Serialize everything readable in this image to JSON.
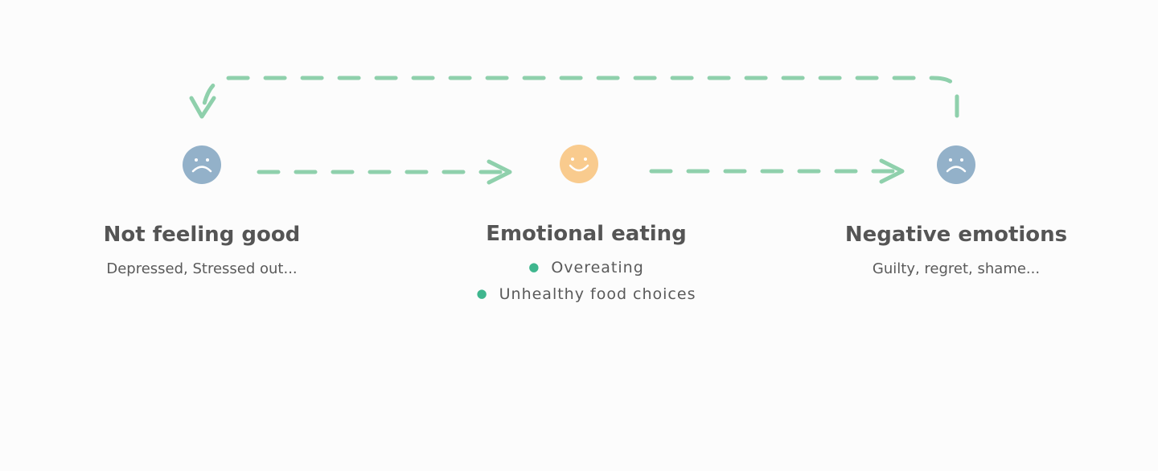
{
  "colors": {
    "arrow": "#8fd0ac",
    "sad_face": "#93b1c9",
    "happy_face": "#f9cb8e",
    "bullet": "#3fb68e",
    "text": "#555555"
  },
  "stages": [
    {
      "icon": "sad-face-icon",
      "title": "Not feeling good",
      "description": "Depressed, Stressed out..."
    },
    {
      "icon": "happy-face-icon",
      "title": "Emotional eating",
      "bullets": [
        "Overeating",
        "Unhealthy food choices"
      ]
    },
    {
      "icon": "sad-face-icon",
      "title": "Negative emotions",
      "description": "Guilty, regret, shame..."
    }
  ],
  "arrows": [
    {
      "from": "Not feeling good",
      "to": "Emotional eating",
      "style": "dashed"
    },
    {
      "from": "Emotional eating",
      "to": "Negative emotions",
      "style": "dashed"
    },
    {
      "from": "Negative emotions",
      "to": "Not feeling good",
      "style": "dashed"
    }
  ]
}
